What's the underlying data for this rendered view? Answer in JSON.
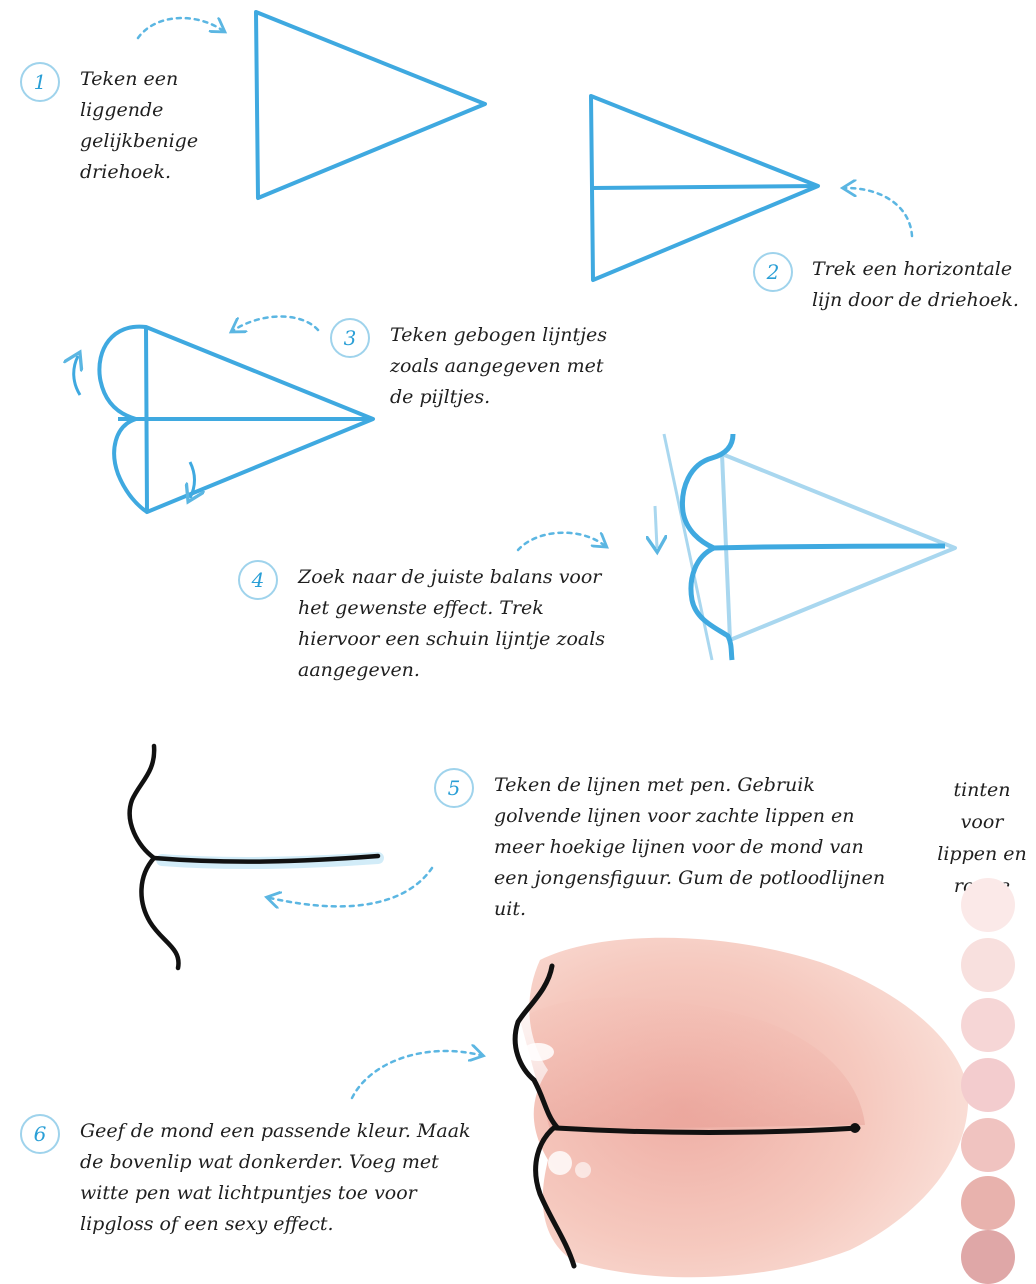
{
  "steps": [
    {
      "number": "1",
      "text": "Teken een liggende gelijkbenige driehoek."
    },
    {
      "number": "2",
      "text": "Trek een horizontale lijn door de driehoek."
    },
    {
      "number": "3",
      "text": "Teken gebogen lijntjes zoals aangegeven met de pijltjes."
    },
    {
      "number": "4",
      "text": "Zoek naar de juiste balans voor het gewenste effect. Trek hiervoor een schuin lijntje zoals aangegeven."
    },
    {
      "number": "5",
      "text": "Teken de lijnen met pen. Gebruik golvende lijnen voor zachte lippen en meer hoekige lijnen voor de mond van een jongensfiguur. Gum de potloodlijnen uit."
    },
    {
      "number": "6",
      "text": "Geef de mond een passende kleur. Maak de bovenlip wat donkerder. Voeg met witte pen wat lichtpuntjes toe voor lipgloss of een sexy effect."
    }
  ],
  "palette": {
    "title": "tinten voor lippen en rouge",
    "swatches": [
      "#fbe9e8",
      "#f8e0de",
      "#f6d6d6",
      "#f3ccce",
      "#f0c3c0",
      "#e8b2ad",
      "#dfa7a7"
    ]
  },
  "colors": {
    "pencil_blue": "#3fa9e0",
    "light_blue": "#9fd3ec",
    "ink": "#111111"
  }
}
